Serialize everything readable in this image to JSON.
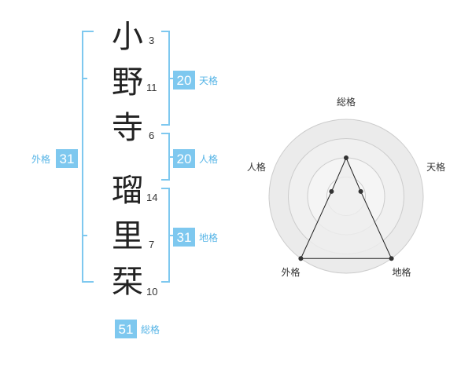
{
  "name": {
    "chars": [
      {
        "char": "小",
        "strokes": "3"
      },
      {
        "char": "野",
        "strokes": "11"
      },
      {
        "char": "寺",
        "strokes": "6"
      },
      {
        "char": "瑠",
        "strokes": "14"
      },
      {
        "char": "里",
        "strokes": "7"
      },
      {
        "char": "栞",
        "strokes": "10"
      }
    ]
  },
  "fortunes": {
    "tenkaku": {
      "value": "20",
      "label": "天格"
    },
    "jinkaku": {
      "value": "20",
      "label": "人格"
    },
    "chikaku": {
      "value": "31",
      "label": "地格"
    },
    "gaikaku": {
      "value": "31",
      "label": "外格"
    },
    "soukaku": {
      "value": "51",
      "label": "総格"
    }
  },
  "chart_data": {
    "type": "radar",
    "axes": [
      "総格",
      "天格",
      "地格",
      "外格",
      "人格"
    ],
    "rings": 4,
    "max": 4,
    "values": [
      2,
      0.8,
      4,
      4,
      0.8
    ],
    "colors": {
      "fill": "#eeeeee",
      "stroke": "#222222",
      "grid": "#cccccc"
    }
  },
  "colors": {
    "accent": "#7ec8ef",
    "label": "#55b4e6"
  }
}
